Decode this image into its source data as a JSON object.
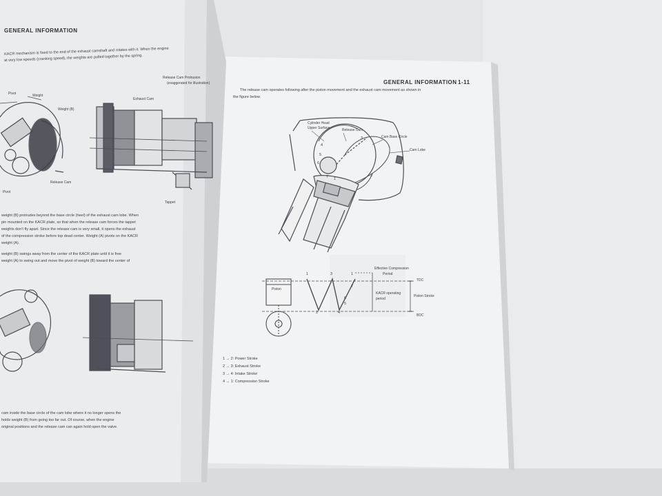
{
  "left_page": {
    "header": "GENERAL INFORMATION",
    "intro_lines": [
      "KACR mechanism is fixed to the end of the exhaust camshaft and rotates with it. When the engine",
      "at very low speeds (cranking speed), the weights are pulled together by the spring."
    ],
    "top_figure_labels": {
      "pivot": "Pivot",
      "weight_a": "Weight",
      "weight_b": "Weight (B)",
      "exhaust_cam": "Exhaust Cam",
      "release_cam_protrusion": "Release Cam Protrusion",
      "exaggerated": "(exaggerated for illustration)",
      "release_cam": "Release Cam",
      "tappet": "Tappet",
      "pivot2": "Pivot"
    },
    "middle_lines": [
      "weight (B) protrudes beyond the base circle (heel) of the exhaust cam lobe. When",
      "pin mounted on the KACR plate, so that when the release cam forces the tappet",
      "weights don't fly apart. Since the release cam is very small, it opens the exhaust",
      "of the compression stroke before top dead center. Weight (A) pivots on the KACR",
      "weight (A).",
      "weight (B) swings away from the center of the KACR plate until it is free",
      "weight (A) to swing out and move the pivot of weight (B) toward the center of"
    ],
    "bottom_lines": [
      "cam inside the base circle of the cam lobe where it no longer opens the",
      "holds weight (B) from going too far out. Of course, when the engine",
      "original positions and the release cam can again hold open the valve."
    ]
  },
  "right_page": {
    "header": "GENERAL INFORMATION",
    "page_number": "1-11",
    "intro_lines": [
      "The release cam operates following after the piston movement and the exhaust cam movement as shown in",
      "the figure below."
    ],
    "diagram_labels": {
      "cylinder_head": "Cylinder Head",
      "upper_surface": "Upper Surface",
      "release_cam": "Release Cam",
      "cam_base_circle": "Cam Base Circle",
      "cam_lobe": "Cam Lobe"
    },
    "diagram_numbers": [
      "1",
      "2",
      "3",
      "4",
      "5",
      "6",
      "7"
    ],
    "stroke_chart": {
      "piston": "Piston",
      "effective_compression": "Effective Compression",
      "period": "Period",
      "tdc": "TDC",
      "kacr_operating": "KACR operating",
      "kacr_period": "period",
      "piston_stroke": "Piston Stroke",
      "bdc": "BDC",
      "top_numbers": [
        "1",
        "3",
        "1"
      ],
      "bottom_numbers": [
        "2",
        "4"
      ],
      "side_numbers": [
        "7",
        "6",
        "5"
      ]
    },
    "legend": [
      "1 → 2: Power Stroke",
      "2 → 3: Exhaust Stroke",
      "3 → 4: Intake Stroke",
      "4 → 1: Compression Stroke"
    ]
  },
  "colors": {
    "background": "#e6e8eb",
    "page": "#f1f2f3",
    "ink": "#3b3e45"
  }
}
